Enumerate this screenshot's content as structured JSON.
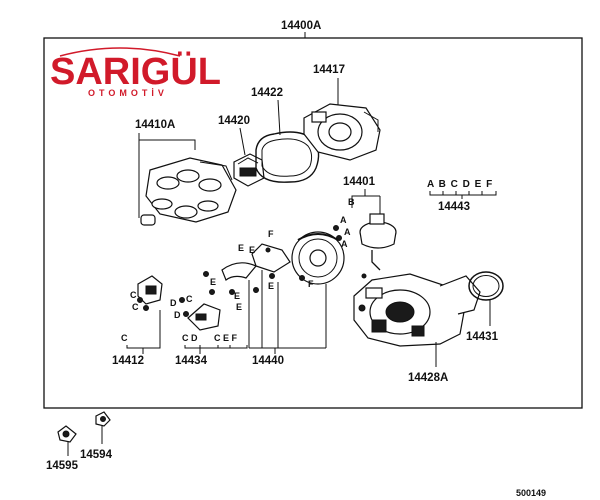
{
  "logo": {
    "main": "SARIGÜL",
    "sub": "OTOMOTİV",
    "color": "#d11a2a"
  },
  "assembly": {
    "number": "14400A"
  },
  "parts": {
    "p14417": "14417",
    "p14422": "14422",
    "p14410A": "14410A",
    "p14420": "14420",
    "p14401": "14401",
    "p14443": "14443",
    "p14412": "14412",
    "p14434": "14434",
    "p14440": "14440",
    "p14431": "14431",
    "p14428A": "14428A",
    "p14595": "14595",
    "p14594": "14594"
  },
  "kit_letters": "A B C D E F",
  "callouts": {
    "b_14401": "B",
    "a1": "A",
    "a2": "A",
    "a3": "A",
    "e1": "E",
    "e2": "E",
    "e3": "E",
    "e4": "E",
    "e5": "E",
    "e6": "E",
    "f1": "F",
    "f2": "F",
    "c1": "C",
    "c2": "C",
    "c3": "C",
    "c_bottom": "C",
    "d1": "D",
    "d2": "D",
    "cd_14434": "C D",
    "cef_14434": "C E F"
  },
  "diagram_code": "500149"
}
